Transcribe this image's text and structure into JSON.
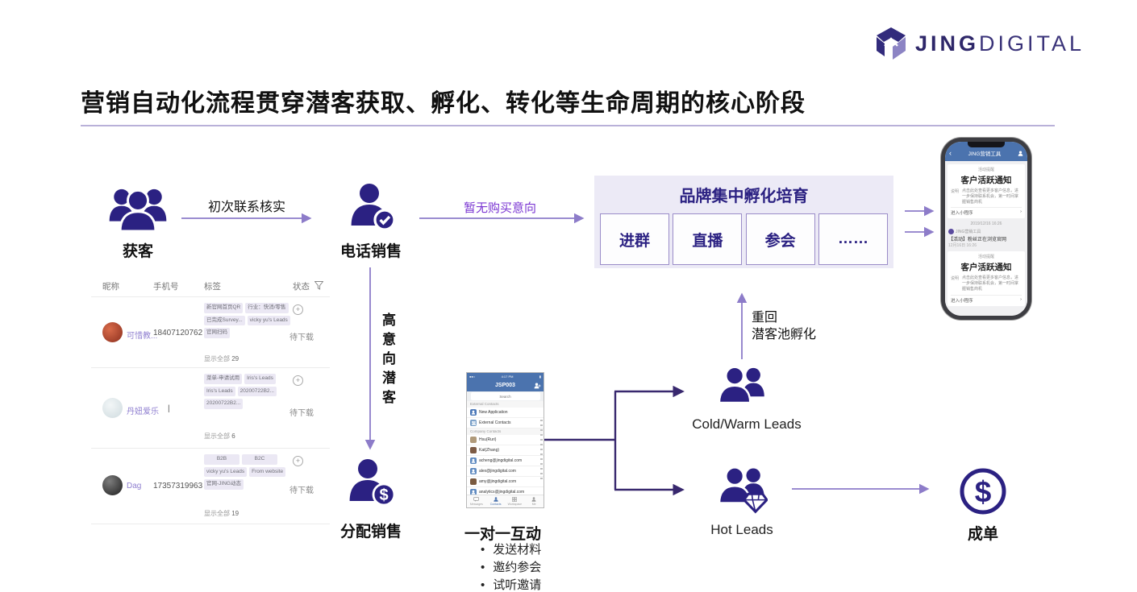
{
  "logo": {
    "brand_bold": "JING",
    "brand_light": "DIGITAL"
  },
  "title": "营销自动化流程贯穿潜客获取、孵化、转化等生命周期的核心阶段",
  "flow": {
    "acquire": "获客",
    "first_contact": "初次联系核实",
    "telesales": "电话销售",
    "no_purchase_intent": "暂无购买意向",
    "high_intent": "高意向潜客",
    "assign_sales": "分配销售",
    "one_on_one": "一对一互动",
    "bullets": [
      "发送材料",
      "邀约参会",
      "试听邀请"
    ],
    "cold_warm": "Cold/Warm Leads",
    "hot": "Hot Leads",
    "deal": "成单",
    "requeue_line1": "重回",
    "requeue_line2": "潜客池孵化"
  },
  "nurture": {
    "title": "品牌集中孵化培育",
    "items": [
      "进群",
      "直播",
      "参会",
      "……"
    ]
  },
  "crm": {
    "headers": {
      "nickname": "昵称",
      "phone": "手机号",
      "tags": "标签",
      "status": "状态"
    },
    "show_all": "显示全部",
    "rows": [
      {
        "name": "可惜教...",
        "phone": "18407120762",
        "tags": [
          "新官网首页QR",
          "行业：快消/零售",
          "已完成Survey...",
          "vicky yu's Leads",
          "官网扫码"
        ],
        "count": "29",
        "status": "待下载"
      },
      {
        "name": "丹妞爱乐",
        "phone": "|",
        "tags": [
          "菜单-申请试用",
          "Iris's Leads",
          "Iris's Leads",
          "20200722B2...",
          "20200722B2..."
        ],
        "count": "6",
        "status": "待下载"
      },
      {
        "name": "Dag",
        "phone": "17357319963",
        "tags": [
          "B2B",
          "B2C",
          "vicky yu's Leads",
          "From website",
          "官网-JING动态"
        ],
        "count": "19",
        "status": "待下载"
      }
    ]
  },
  "wechat_phone": {
    "nav_title": "JING营销工具",
    "card_caption": "活动提醒",
    "card_title": "客户活跃通知",
    "card_label": "说明",
    "card_desc": "点击此处查看更多客户信息，进一步保持联系机会，第一时间掌握销售商机",
    "card_link": "进入小程序",
    "timestamp": "2019/12/16 16:26",
    "sender": "JING营销工具",
    "message": "【活动】粉丝正在浏览官网",
    "message_time": "12月16日 16:26"
  },
  "contacts_app": {
    "status_time": "4:17 PM",
    "nav_title": "JSP003",
    "search_placeholder": "Search",
    "section_external": "External Contacts",
    "new_application": "New Application",
    "external_contacts": "External Contacts",
    "section_company": "Company Contacts",
    "contacts": [
      "Hsu(Ruri)",
      "Kat(Zhang)",
      "acheng@jingdigital.com",
      "alex@jingdigital.com",
      "amy@jingdigital.com",
      "analytics@jingdigital.com"
    ],
    "tabs": [
      "Messages",
      "Contacts",
      "Workspace",
      "Me"
    ]
  },
  "colors": {
    "brand_dark": "#2b2182",
    "accent_purple": "#8d7cc9",
    "vivid_purple": "#7a35d2",
    "connector_dark": "#38286e",
    "nurture_bg": "#eceaf6"
  }
}
